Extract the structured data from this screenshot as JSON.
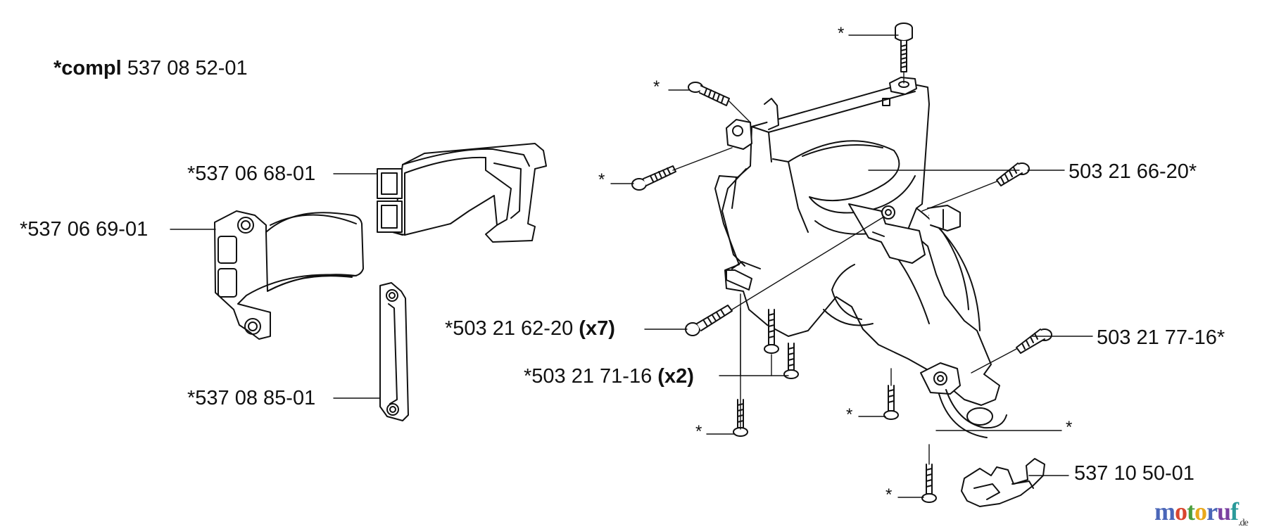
{
  "title": {
    "prefix": "*compl",
    "number": "537 08 52-01"
  },
  "labels": [
    {
      "id": "a",
      "text": "*537 06 68-01",
      "bold": ""
    },
    {
      "id": "b",
      "text": "*537 06 69-01",
      "bold": ""
    },
    {
      "id": "c",
      "text": "*537 08 85-01",
      "bold": ""
    },
    {
      "id": "d",
      "text": "*503 21 62-20",
      "bold": "(x7)"
    },
    {
      "id": "e",
      "text": "*503 21 71-16",
      "bold": "(x2)"
    },
    {
      "id": "f",
      "text": "503 21 66-20*",
      "bold": ""
    },
    {
      "id": "g",
      "text": "503 21 77-16*",
      "bold": ""
    },
    {
      "id": "h",
      "text": "537 10 50-01",
      "bold": ""
    }
  ],
  "asterisk": "*",
  "watermark": {
    "letters": [
      "m",
      "o",
      "t",
      "o",
      "r",
      "u",
      "f"
    ],
    "suffix": ".de"
  },
  "colors": {
    "line": "#111111",
    "background": "#ffffff"
  }
}
